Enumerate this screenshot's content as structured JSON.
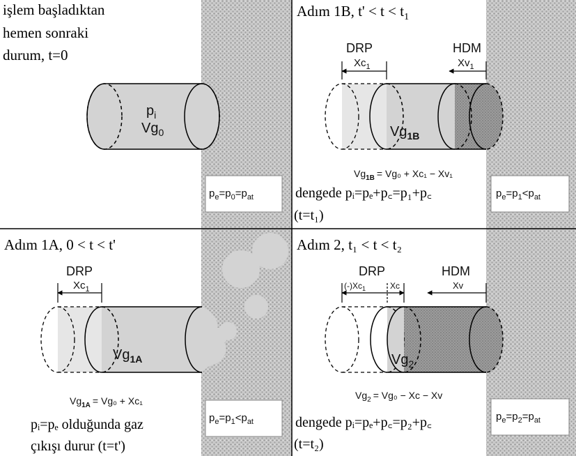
{
  "panels": {
    "top_left": {
      "caption_lines": [
        "işlem başladıktan",
        "hemen sonraki",
        "durum, t=0"
      ],
      "p_label": "p",
      "p_sub": "i",
      "vg_label": "Vg",
      "vg_sub": "0",
      "box": {
        "a": "p",
        "a_sub": "e",
        "b": "p",
        "b_sub": "0",
        "c": "p",
        "c_sub": "at",
        "eq": "="
      }
    },
    "top_right": {
      "title": "Adım 1B, t' < t < t",
      "title_sub": "1",
      "drp": "DRP",
      "xc": "Xc",
      "xc_sub": "1",
      "hdm": "HDM",
      "xv": "Xv",
      "xv_sub": "1",
      "vg_label": "Vg",
      "vg_sub": "1B",
      "formula": {
        "lhs": "Vg",
        "lhs_sub": "1B",
        "rhs": "= Vg₀ + Xc₁ − Xv₁"
      },
      "equilibrium": "dengede pᵢ=pₑ+p꜀=p₁+p꜀",
      "time": "(t=t₁)",
      "box": {
        "a": "p",
        "a_sub": "e",
        "b": "p",
        "b_sub": "1",
        "c": "p",
        "c_sub": "at",
        "eq": "=",
        "lt": "<"
      }
    },
    "bottom_left": {
      "title": "Adım 1A, 0 < t < t'",
      "drp": "DRP",
      "xc": "Xc",
      "xc_sub": "1",
      "vg_label": "Vg",
      "vg_sub": "1A",
      "formula": {
        "lhs": "Vg",
        "lhs_sub": "1A",
        "rhs": "= Vg₀ + Xc₁"
      },
      "note_lines": [
        "pᵢ=pₑ olduğunda gaz",
        "çıkışı durur (t=t')"
      ],
      "box": {
        "a": "p",
        "a_sub": "e",
        "b": "p",
        "b_sub": "1",
        "c": "p",
        "c_sub": "at",
        "eq": "=",
        "lt": "<"
      }
    },
    "bottom_right": {
      "title": "Adım 2, t₁ < t < t₂",
      "drp": "DRP",
      "neg_xc": "(-)Xc",
      "neg_xc_sub": "1",
      "xc": "Xc",
      "hdm": "HDM",
      "xv": "Xv",
      "vg_label": "Vg",
      "vg_sub": "2",
      "formula": {
        "lhs": "Vg",
        "lhs_sub": "2",
        "rhs": "= Vg₀ − Xc − Xv"
      },
      "equilibrium": "dengede pᵢ=pₑ+p꜀=p₂+p꜀",
      "time": "(t=t₂)",
      "box": {
        "a": "p",
        "a_sub": "e",
        "b": "p",
        "b_sub": "2",
        "c": "p",
        "c_sub": "at",
        "eq": "="
      }
    }
  }
}
